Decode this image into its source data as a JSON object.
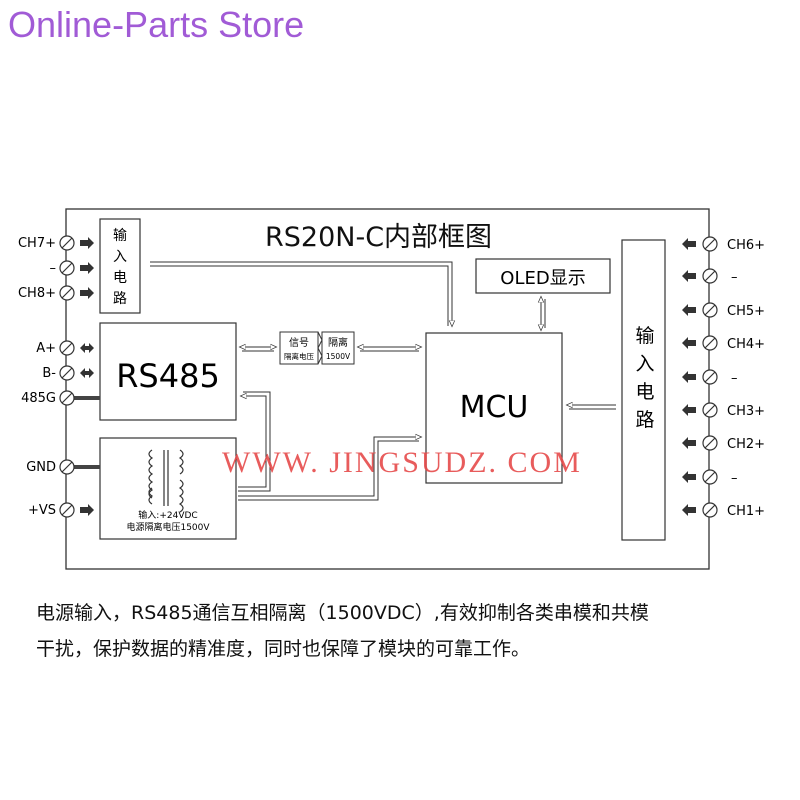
{
  "store_name": "Online-Parts Store",
  "diagram": {
    "title": "RS20N-C内部框图",
    "left_terminals": [
      "CH7+",
      "–",
      "CH8+",
      "A+",
      "B-",
      "485G",
      "GND",
      "+VS"
    ],
    "right_terminals": [
      "CH6+",
      "–",
      "CH5+",
      "CH4+",
      "–",
      "CH3+",
      "CH2+",
      "–",
      "CH1+"
    ],
    "input_circuit_left": [
      "输",
      "入",
      "电",
      "路"
    ],
    "input_circuit_right": [
      "输",
      "入",
      "电",
      "路"
    ],
    "rs485_label": "RS485",
    "mcu_label": "MCU",
    "oled_label": "OLED显示",
    "isolator_signal": "信号",
    "isolator_signal_sub": "隔离电压",
    "isolator_isolation": "隔离",
    "isolator_isolation_sub": "1500V",
    "power_box_line1": "输入:+24VDC",
    "power_box_line2": "电源隔离电压1500V"
  },
  "watermark": "WWW. JINGSUDZ. COM",
  "caption": {
    "line1": "电源输入，RS485通信互相隔离（1500VDC）,有效抑制各类串模和共模",
    "line2": "干扰，保护数据的精准度，同时也保障了模块的可靠工作。"
  }
}
